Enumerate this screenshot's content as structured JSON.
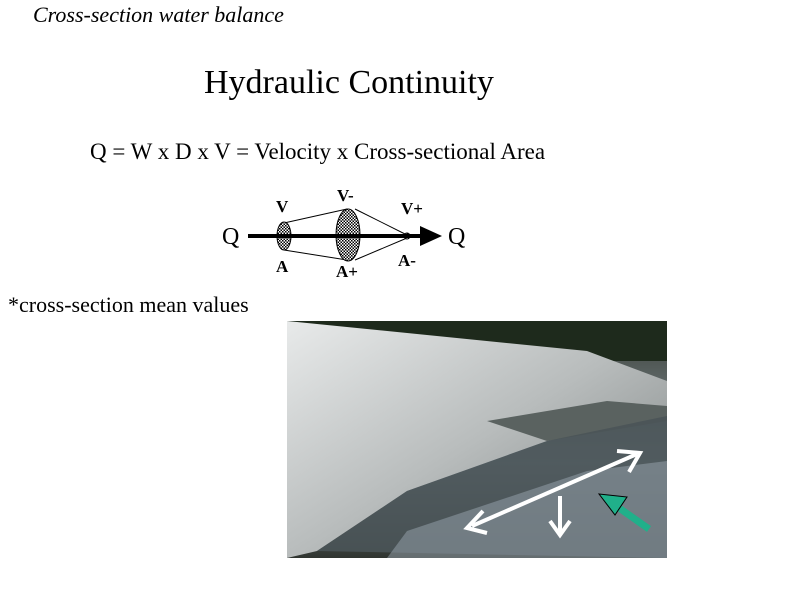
{
  "slide": {
    "subtitle": "Cross-section water balance",
    "title": "Hydraulic Continuity",
    "equation": "Q = W x D x V = Velocity x Cross-sectional Area",
    "note": "*cross-section mean values"
  },
  "diagram": {
    "q_in": "Q",
    "q_out": "Q",
    "v1": "V",
    "a1": "A",
    "v2": "V-",
    "a2": "A+",
    "v3": "V+",
    "a3": "A-"
  },
  "photo": {
    "arrow_color": "#ffffff",
    "flow_arrow_color": "#20b08a"
  }
}
